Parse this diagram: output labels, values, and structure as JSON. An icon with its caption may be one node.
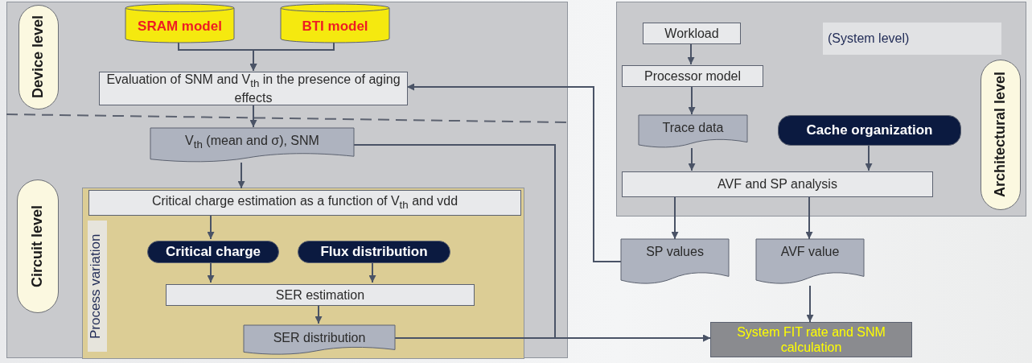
{
  "diagram": {
    "nodes": [
      {
        "text": [],
        "shape": "box"
      },
      {
        "text": [
          "Device level"
        ],
        "in": 0
      },
      {
        "text": [
          "SRAM model"
        ],
        "in": 0
      },
      {
        "text": [
          "BTI model"
        ],
        "in": 0
      },
      {
        "text": [
          "Evaluation of SNM and V$_{th}$ in the presence of aging effects"
        ],
        "in": 0
      },
      {
        "text": [
          "V$_{th}$ (mean and σ), SNM"
        ],
        "in": 0
      },
      {
        "text": [
          "Circuit level"
        ],
        "in": 0
      },
      {
        "text": [
          "Process variation"
        ],
        "in": 0
      },
      {
        "text": [
          "Critical charge estimation as a function of V$_{th}$ and vdd"
        ],
        "in": 7
      },
      {
        "text": [
          "Critical charge"
        ],
        "in": 7
      },
      {
        "text": [
          "Flux distribution"
        ],
        "in": 7
      },
      {
        "text": [
          "SER estimation"
        ],
        "in": 7
      },
      {
        "text": [
          "SER distribution"
        ],
        "in": 7
      },
      {
        "text": [],
        "shape": "box"
      },
      {
        "text": [
          "(System level)"
        ],
        "in": 13
      },
      {
        "text": [
          "Architectural level"
        ],
        "in": 13
      },
      {
        "text": [
          "Workload"
        ],
        "in": 13
      },
      {
        "text": [
          "Processor model"
        ],
        "in": 13
      },
      {
        "text": [
          "Trace data"
        ],
        "in": 13
      },
      {
        "text": [
          "Cache organization"
        ],
        "in": 13
      },
      {
        "text": [
          "AVF and SP analysis"
        ],
        "in": 13
      },
      {
        "text": [
          "SP values"
        ]
      },
      {
        "text": [
          "AVF value"
        ]
      },
      {
        "text": [
          "System FIT rate and SNM calculation"
        ]
      }
    ],
    "edges": [
      {
        "from": 2,
        "to": 4,
        "arrow": "to"
      },
      {
        "from": 3,
        "to": 4,
        "arrow": "to"
      },
      {
        "from": 4,
        "to": 5,
        "arrow": "to"
      },
      {
        "from": 5,
        "to": 8,
        "arrow": "to"
      },
      {
        "from": 8,
        "to": 9,
        "arrow": "to"
      },
      {
        "from": 9,
        "to": 11,
        "arrow": "to"
      },
      {
        "from": 10,
        "to": 11,
        "arrow": "to"
      },
      {
        "from": 11,
        "to": 12,
        "arrow": "to"
      },
      {
        "from": 12,
        "to": 23,
        "arrow": "to"
      },
      {
        "from": 5,
        "to": 23,
        "arrow": "to"
      },
      {
        "from": 21,
        "to": 4,
        "arrow": "to"
      },
      {
        "from": 16,
        "to": 17,
        "arrow": "to"
      },
      {
        "from": 17,
        "to": 18,
        "arrow": "to"
      },
      {
        "from": 18,
        "to": 20,
        "arrow": "to"
      },
      {
        "from": 19,
        "to": 20,
        "arrow": "to"
      },
      {
        "from": 20,
        "to": 21,
        "arrow": "to"
      },
      {
        "from": 20,
        "to": 22,
        "arrow": "to"
      },
      {
        "from": 22,
        "to": 23,
        "arrow": "to"
      }
    ]
  }
}
